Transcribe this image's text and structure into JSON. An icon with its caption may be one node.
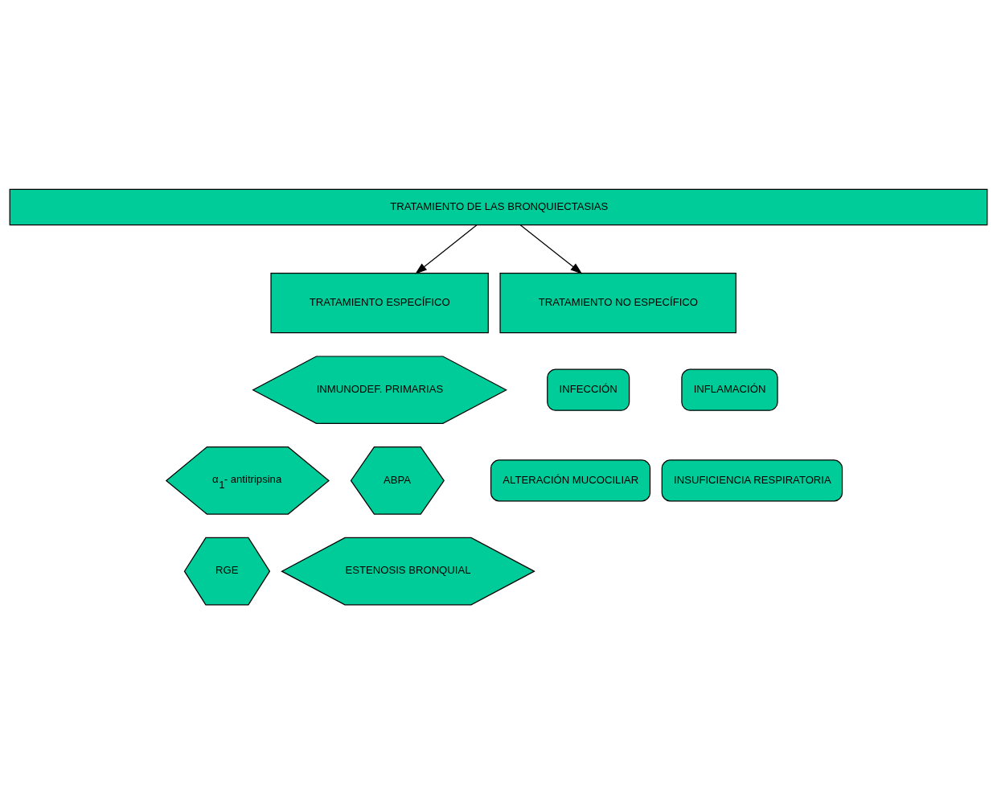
{
  "diagram": {
    "nodes": [
      {
        "text": [
          "TRATAMIENTO DE LAS BRONQUIECTASIAS"
        ]
      },
      {
        "text": [
          "TRATAMIENTO ESPECÍFICO"
        ]
      },
      {
        "text": [
          "TRATAMIENTO NO ESPECÍFICO"
        ]
      },
      {
        "text": [
          "INMUNODEF. PRIMARIAS"
        ]
      },
      {
        "text": [
          "α$_{1}$- antitripsina"
        ]
      },
      {
        "text": [
          "ABPA"
        ]
      },
      {
        "text": [
          "RGE"
        ]
      },
      {
        "text": [
          "ESTENOSIS BRONQUIAL"
        ]
      },
      {
        "text": [
          "INFECCIÓN"
        ]
      },
      {
        "text": [
          "INFLAMACIÓN"
        ]
      },
      {
        "text": [
          "ALTERACIÓN MUCOCILIAR"
        ]
      },
      {
        "text": [
          "INSUFICIENCIA RESPIRATORIA"
        ]
      }
    ],
    "edges": [
      {
        "from": 0,
        "to": 1,
        "arrow": "to"
      },
      {
        "from": 0,
        "to": 2,
        "arrow": "to"
      }
    ]
  }
}
